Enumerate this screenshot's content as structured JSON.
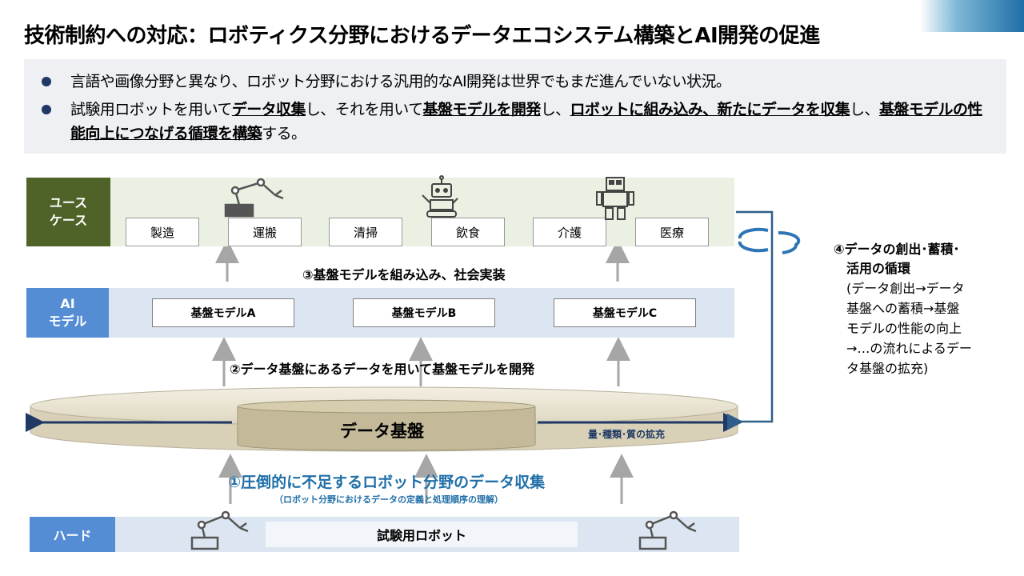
{
  "title": "技術制約への対応：ロボティクス分野におけるデータエコシステム構築とAI開発の促進",
  "bullets": {
    "b1": "言語や画像分野と異なり、ロボット分野における汎用的なAI開発は世界でもまだ進んでいない状況。",
    "b2": [
      {
        "t": "試験用ロボットを用いて",
        "s": false
      },
      {
        "t": "データ収集",
        "s": true
      },
      {
        "t": "し、それを用いて",
        "s": false
      },
      {
        "t": "基盤モデルを開発",
        "s": true
      },
      {
        "t": "し、",
        "s": false
      },
      {
        "t": "ロボットに組み込み、新たにデータを収集",
        "s": true
      },
      {
        "t": "し、",
        "s": false
      },
      {
        "t": "基盤モデルの性能向上につなげる循環を構築",
        "s": true
      },
      {
        "t": "する。",
        "s": false
      }
    ]
  },
  "usecase": {
    "label": "ユース\nケース",
    "items": [
      "製造",
      "運搬",
      "清掃",
      "飲食",
      "介護",
      "医療"
    ]
  },
  "ai": {
    "label": "AI\nモデル",
    "models": [
      "基盤モデルA",
      "基盤モデルB",
      "基盤モデルC"
    ]
  },
  "hard": {
    "label": "ハード",
    "robot": "試験用ロボット"
  },
  "steps": {
    "s3": "③基盤モデルを組み込み、社会実装",
    "s2": "②データ基盤にあるデータを用いて基盤モデルを開発",
    "s1": "①圧倒的に不足するロボット分野のデータ収集",
    "s1_sub": "（ロボット分野におけるデータの定義と処理順序の理解）"
  },
  "database": {
    "label": "データ基盤",
    "expand": "量･種類･質の拡充"
  },
  "cycle": {
    "title": "④データの創出･蓄積･\n　活用の循環",
    "desc": "(データ創出→データ\n基盤への蓄積→基盤\nモデルの性能の向上\n→…の流れによるデー\nタ基盤の拡充)"
  },
  "colors": {
    "usecase": "#4f6228",
    "ai": "#548dd4",
    "accent": "#1f6fa8",
    "dark_navy": "#1f3864"
  }
}
